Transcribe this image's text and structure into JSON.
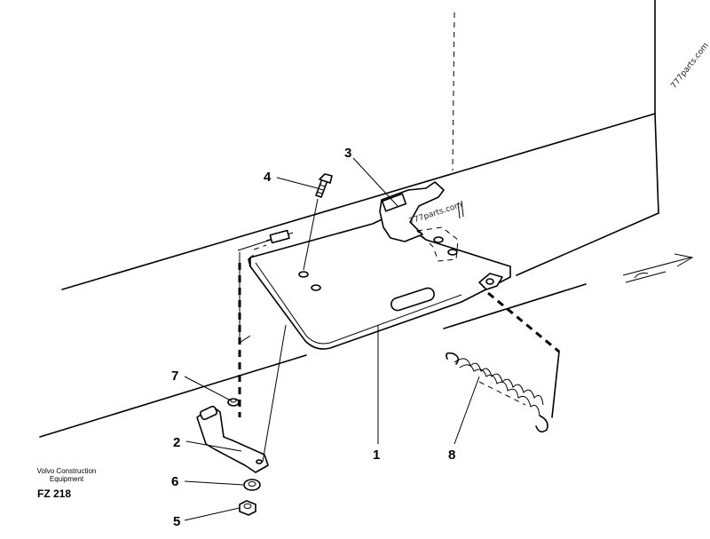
{
  "callouts": [
    {
      "id": "1",
      "label": "1"
    },
    {
      "id": "2",
      "label": "2"
    },
    {
      "id": "3",
      "label": "3"
    },
    {
      "id": "4",
      "label": "4"
    },
    {
      "id": "5",
      "label": "5"
    },
    {
      "id": "6",
      "label": "6"
    },
    {
      "id": "7",
      "label": "7"
    },
    {
      "id": "8",
      "label": "8"
    }
  ],
  "caption": {
    "line1": "Volvo Construction",
    "line2": "Equipment",
    "figure_id": "FZ 218"
  },
  "watermarks": {
    "corner": "777parts.com",
    "center": "777parts.com"
  }
}
